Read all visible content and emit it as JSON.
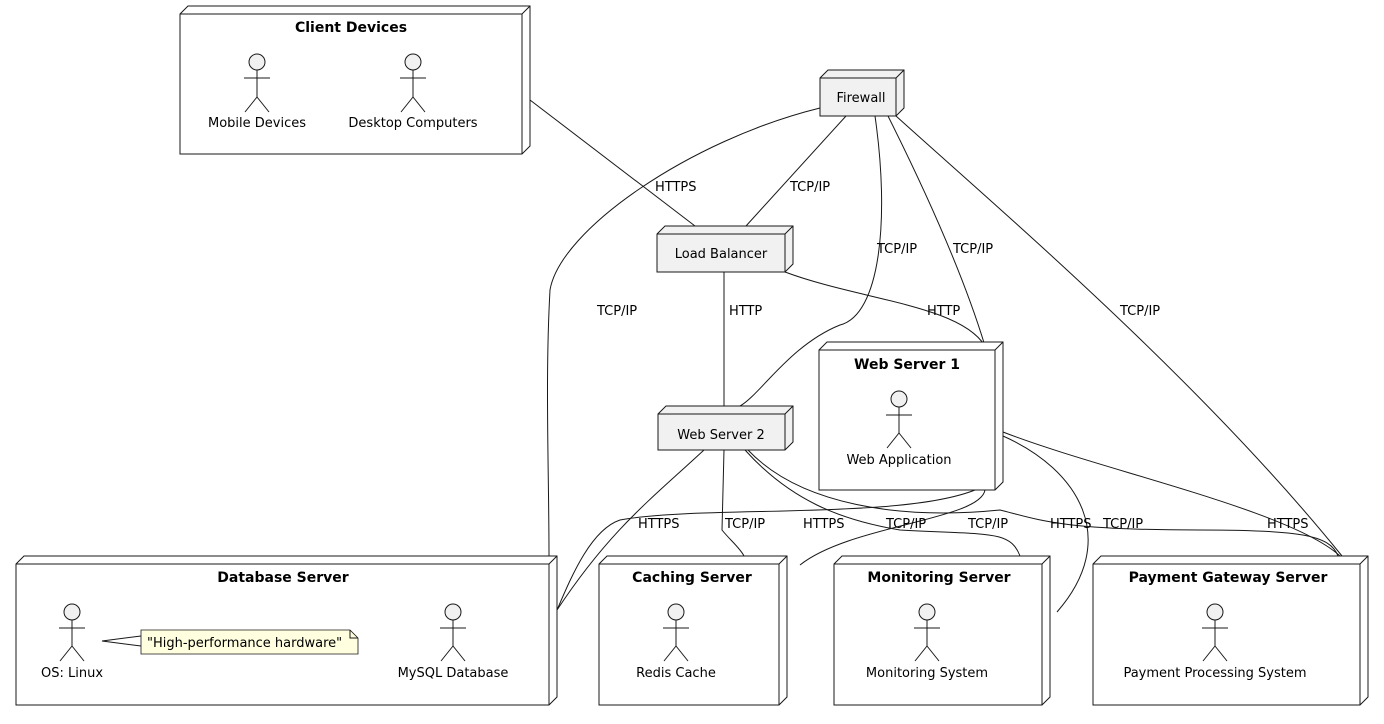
{
  "nodes": {
    "client_devices": {
      "title": "Client Devices",
      "actors": [
        "Mobile Devices",
        "Desktop Computers"
      ]
    },
    "firewall": {
      "label": "Firewall"
    },
    "load_balancer": {
      "label": "Load Balancer"
    },
    "web_server_2": {
      "label": "Web Server 2"
    },
    "web_server_1": {
      "title": "Web Server 1",
      "actors": [
        "Web Application"
      ]
    },
    "database_server": {
      "title": "Database Server",
      "actors": [
        "OS: Linux",
        "MySQL Database"
      ],
      "note": "\"High-performance hardware\""
    },
    "caching_server": {
      "title": "Caching Server",
      "actors": [
        "Redis Cache"
      ]
    },
    "monitoring_server": {
      "title": "Monitoring Server",
      "actors": [
        "Monitoring System"
      ]
    },
    "payment_gateway_server": {
      "title": "Payment Gateway Server",
      "actors": [
        "Payment Processing System"
      ]
    }
  },
  "edges": [
    {
      "from": "Client Devices",
      "to": "Load Balancer",
      "label": "HTTPS"
    },
    {
      "from": "Firewall",
      "to": "Load Balancer",
      "label": "TCP/IP"
    },
    {
      "from": "Firewall",
      "to": "Database Server",
      "label": "TCP/IP"
    },
    {
      "from": "Firewall",
      "to": "Web Server 2",
      "label": "TCP/IP"
    },
    {
      "from": "Firewall",
      "to": "Web Server 1",
      "label": "TCP/IP"
    },
    {
      "from": "Firewall",
      "to": "Payment Gateway Server",
      "label": "TCP/IP"
    },
    {
      "from": "Load Balancer",
      "to": "Web Server 2",
      "label": "HTTP"
    },
    {
      "from": "Load Balancer",
      "to": "Web Server 1",
      "label": "HTTP"
    },
    {
      "from": "Web Server 2",
      "to": "Database Server",
      "label": "HTTPS"
    },
    {
      "from": "Web Server 2",
      "to": "Caching Server",
      "label": "TCP/IP"
    },
    {
      "from": "Web Server 1",
      "to": "Database Server",
      "label": "HTTPS"
    },
    {
      "from": "Web Server 2",
      "to": "Monitoring Server",
      "label": "TCP/IP"
    },
    {
      "from": "Web Server 1",
      "to": "Caching Server",
      "label": "TCP/IP"
    },
    {
      "from": "Web Server 2",
      "to": "Payment Gateway Server",
      "label": "HTTPS"
    },
    {
      "from": "Web Server 1",
      "to": "Monitoring Server",
      "label": "TCP/IP"
    },
    {
      "from": "Web Server 1",
      "to": "Payment Gateway Server",
      "label": "HTTPS"
    }
  ],
  "colors": {
    "node_fill": "#f1f1f1",
    "line": "#181818",
    "note_fill": "#ffffe0"
  }
}
